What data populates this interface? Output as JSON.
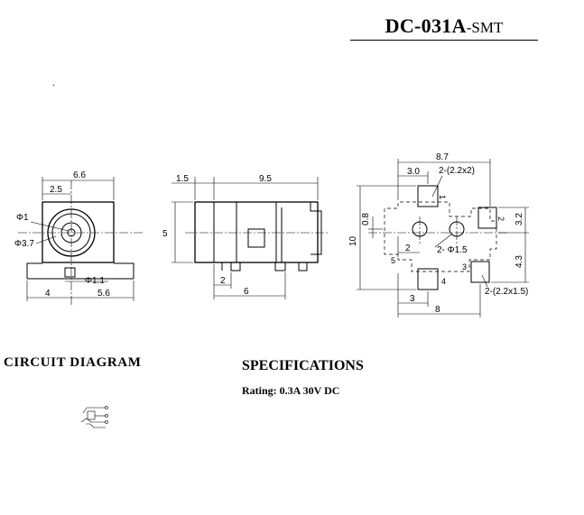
{
  "title": {
    "part_number": "DC-031A",
    "suffix": "-SMT"
  },
  "front_view": {
    "dims": {
      "width": "6.6",
      "offset": "2.5",
      "phi1": "Φ1",
      "phi37": "Φ3.7",
      "phi11": "Φ1.1",
      "left": "4",
      "right": "5.6"
    }
  },
  "side_view": {
    "dims": {
      "front": "1.5",
      "length": "9.5",
      "height": "5",
      "pin": "2",
      "pin_span": "6"
    }
  },
  "footprint": {
    "dims": {
      "top_width": "8.7",
      "top_offset": "3.0",
      "pad_top": "2-(2.2x2)",
      "gap": "0.8",
      "height": "10",
      "hole_dist": "2",
      "hole": "2- Φ1.5",
      "right_upper": "3.2",
      "right_lower": "4.3",
      "bottom_offset": "3",
      "bottom_width": "8",
      "pad_side": "2-(2.2x1.5)"
    },
    "pin_labels": [
      "1",
      "2",
      "3",
      "4",
      "5"
    ]
  },
  "circuit": {
    "heading": "CIRCUIT DIAGRAM"
  },
  "specifications": {
    "heading": "SPECIFICATIONS",
    "rating": "Rating: 0.3A 30V DC"
  },
  "stray_mark": "."
}
